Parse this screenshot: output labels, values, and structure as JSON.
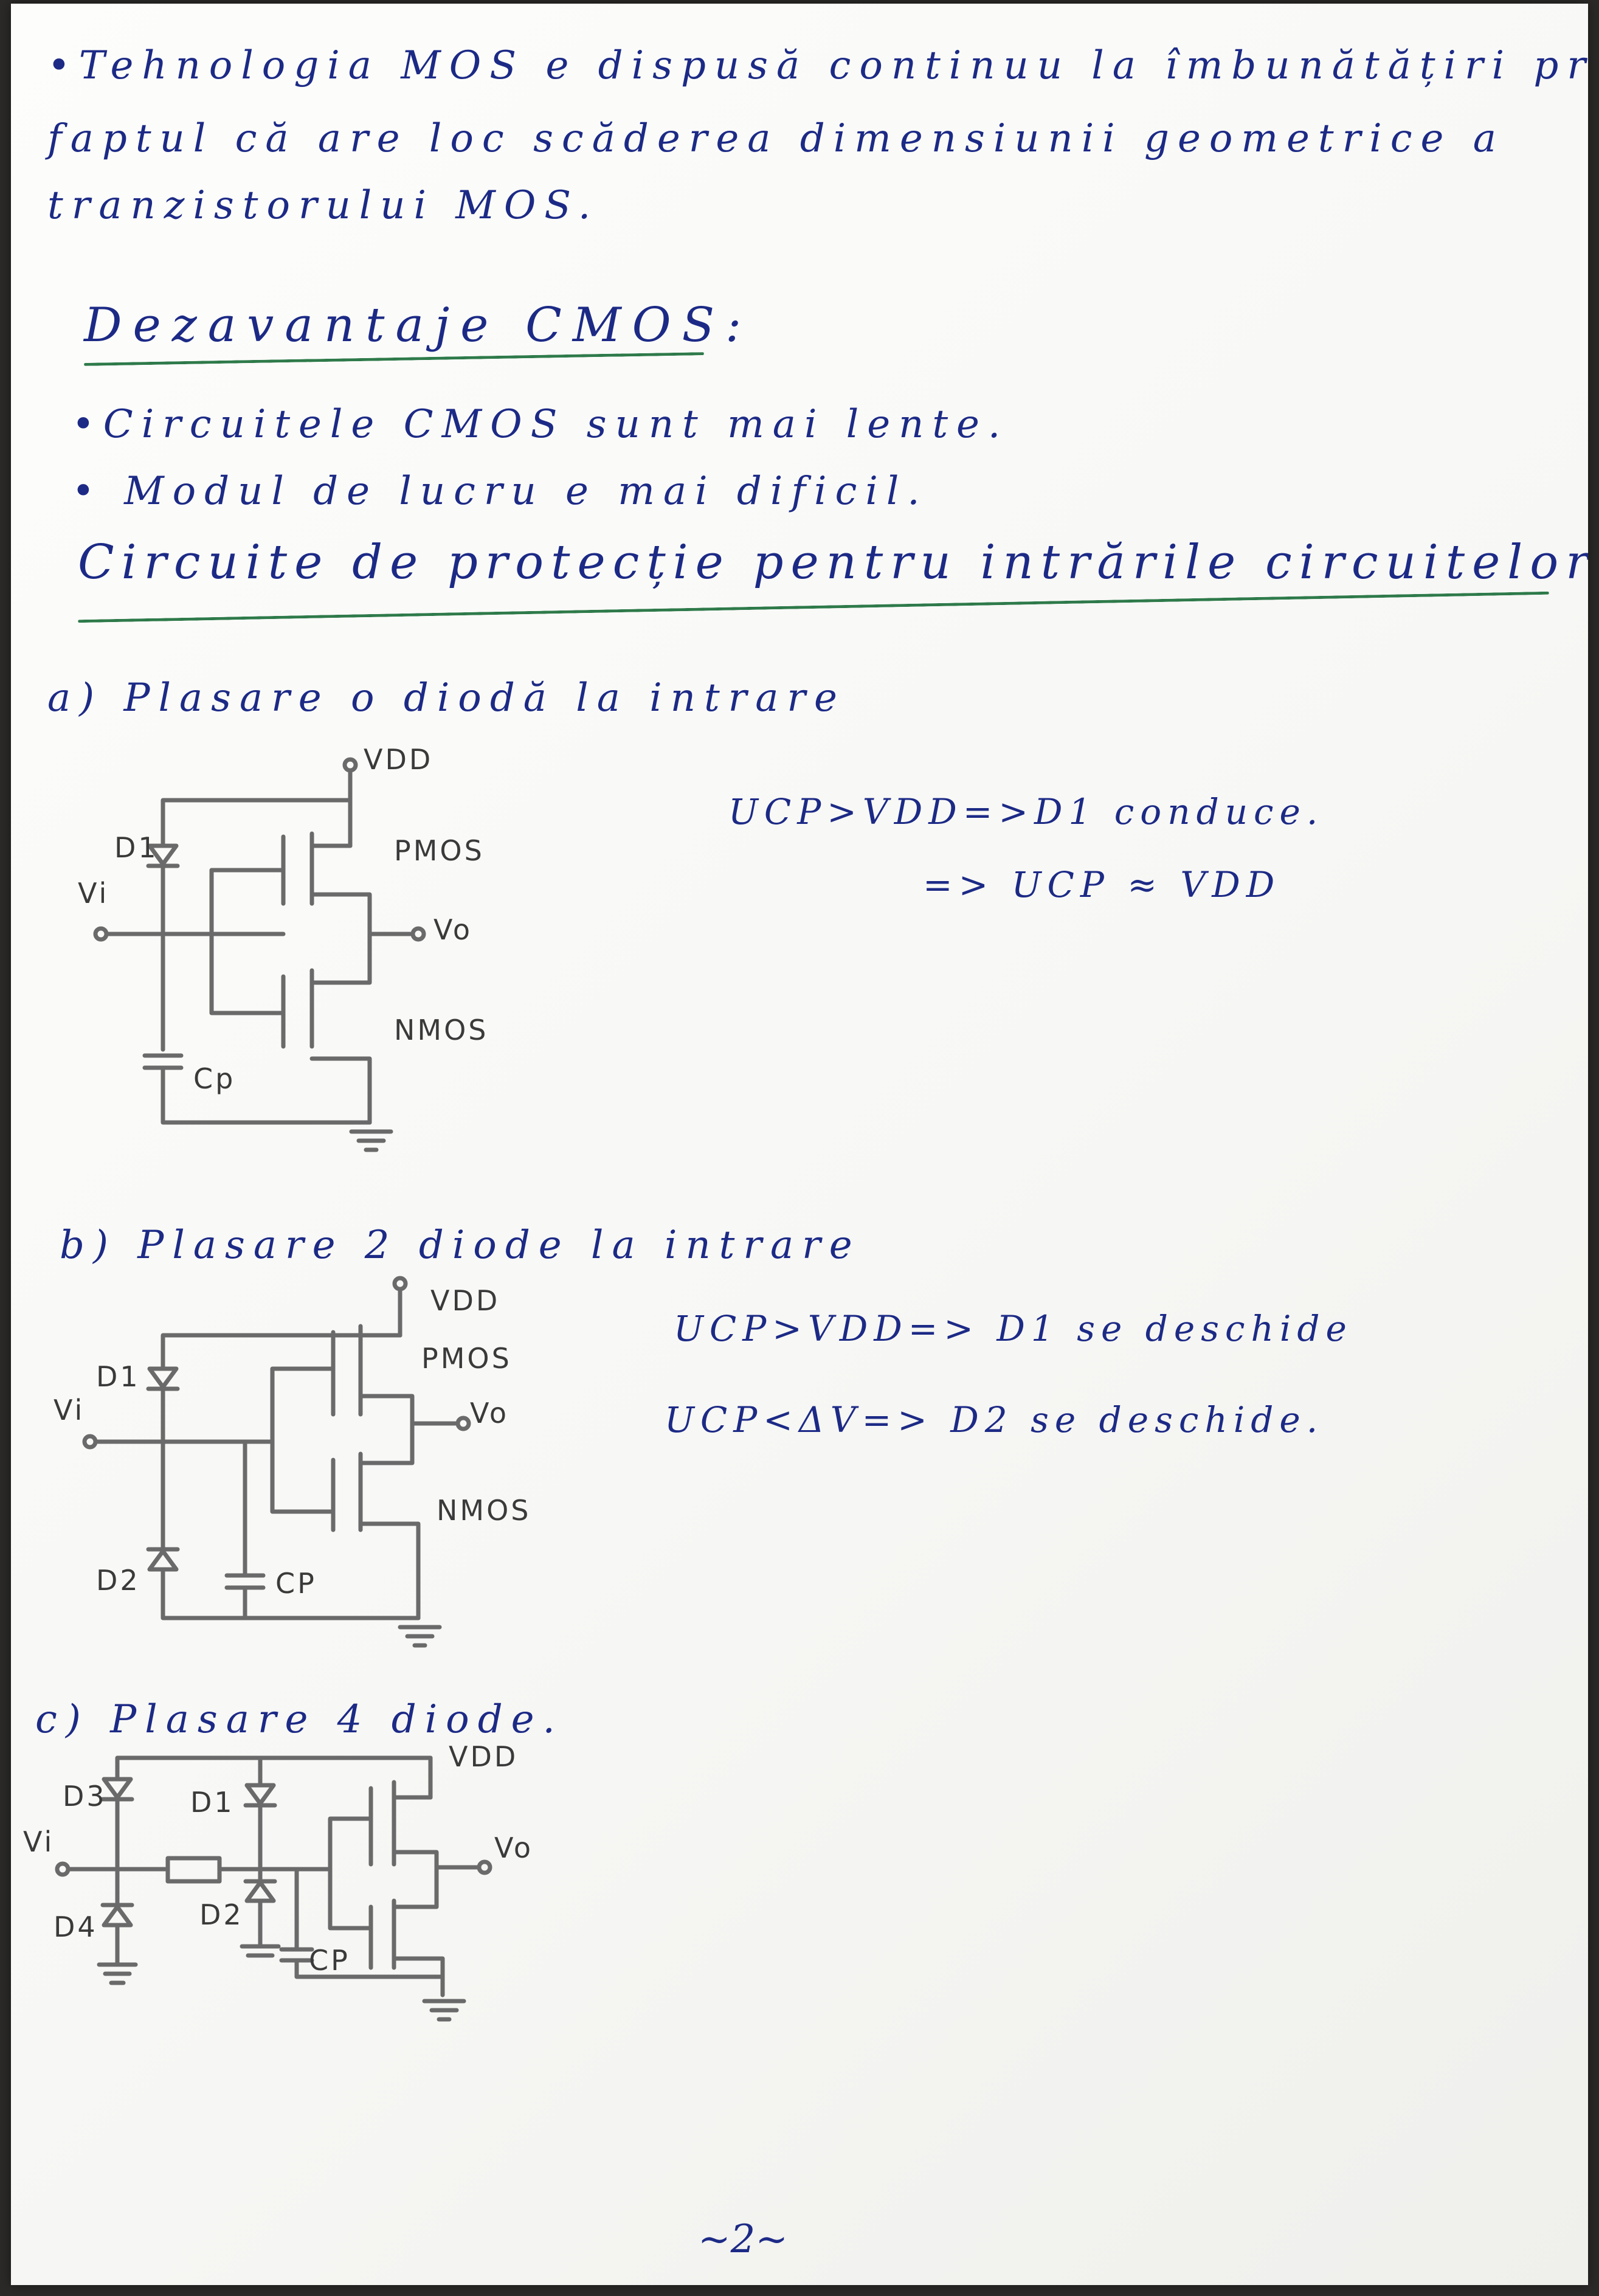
{
  "page": {
    "number": "~2~"
  },
  "intro": {
    "line1": "•Tehnologia MOS e dispusă continuu la îmbunătățiri prin",
    "line2": "faptul că are loc scăderea dimensiunii geometrice a",
    "line3": "tranzistorului MOS."
  },
  "disadvantages": {
    "title": "Dezavantaje CMOS:",
    "items": [
      "•Circuitele CMOS sunt mai lente.",
      "• Modul de lucru e mai dificil."
    ]
  },
  "protection": {
    "title": "Circuite de protecție pentru intrările circuitelor CMOS"
  },
  "section_a": {
    "heading": "a) Plasare o diodă la intrare",
    "labels": {
      "vdd": "VDD",
      "d1": "D1",
      "vi": "Vi",
      "pmos": "PMOS",
      "vo": "Vo",
      "nmos": "NMOS",
      "cp": "Cp"
    },
    "notes": {
      "line1": "UCP>VDD=>D1 conduce.",
      "line2": "=> UCP ≈ VDD"
    }
  },
  "section_b": {
    "heading": "b) Plasare 2 diode la intrare",
    "labels": {
      "vdd": "VDD",
      "d1": "D1",
      "vi": "Vi",
      "pmos": "PMOS",
      "vo": "Vo",
      "nmos": "NMOS",
      "d2": "D2",
      "cp": "CP"
    },
    "notes": {
      "line1": "UCP>VDD=> D1 se deschide",
      "line2": "UCP<ΔV=> D2 se deschide."
    }
  },
  "section_c": {
    "heading": "c) Plasare 4 diode.",
    "labels": {
      "vdd": "VDD",
      "d3": "D3",
      "d1": "D1",
      "vi": "Vi",
      "vo": "Vo",
      "d4": "D4",
      "d2": "D2",
      "cp": "CP"
    }
  }
}
